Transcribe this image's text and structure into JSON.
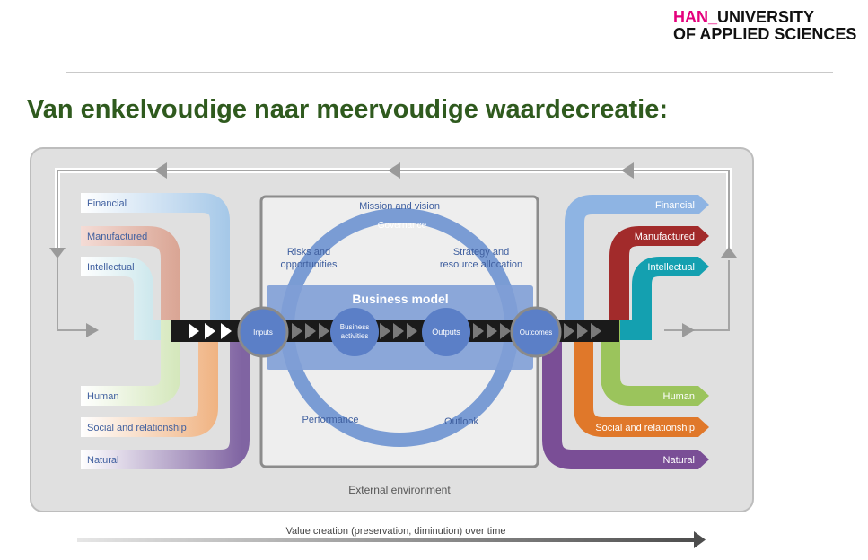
{
  "logo": {
    "prefix": "HAN_",
    "line1": "UNIVERSITY",
    "line2": "OF APPLIED SCIENCES"
  },
  "title": "Van enkelvoudige naar meervoudige waardecreatie:",
  "capitals_in": [
    "Financial",
    "Manufactured",
    "Intellectual",
    "Human",
    "Social and relationship",
    "Natural"
  ],
  "capitals_out": [
    "Financial",
    "Manufactured",
    "Intellectual",
    "Human",
    "Social and relationship",
    "Natural"
  ],
  "center": {
    "mission": "Mission and vision",
    "governance": "Governance",
    "risks_line1": "Risks and",
    "risks_line2": "opportunities",
    "strategy_line1": "Strategy and",
    "strategy_line2": "resource allocation",
    "business_model": "Business model",
    "inputs": "Inputs",
    "activities_line1": "Business",
    "activities_line2": "activities",
    "outputs": "Outputs",
    "outcomes": "Outcomes",
    "performance": "Performance",
    "outlook": "Outlook"
  },
  "external": "External environment",
  "timeline": "Value creation (preservation, diminution) over time",
  "colors": {
    "financial": "#9dc3e6",
    "manufactured": "#c0504d",
    "intellectual": "#31a2b5",
    "human": "#a9cf7a",
    "social": "#e9934a",
    "natural": "#8064a2",
    "title": "#2f5a1e",
    "brand": "#e4007c"
  }
}
